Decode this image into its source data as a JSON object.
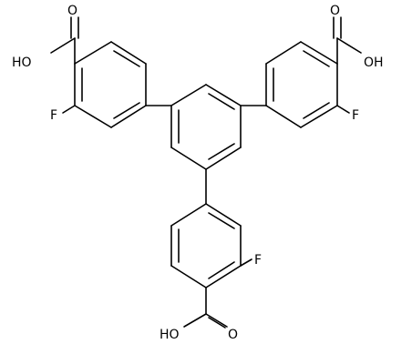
{
  "labels": {
    "acid_top_left": "HO",
    "acid_top_left_o": "O",
    "acid_top_right": "OH",
    "acid_top_right_o": "O",
    "acid_bottom": "HO",
    "acid_bottom_o": "O",
    "fluorine_top_left": "F",
    "fluorine_top_right": "F",
    "fluorine_bottom": "F"
  }
}
